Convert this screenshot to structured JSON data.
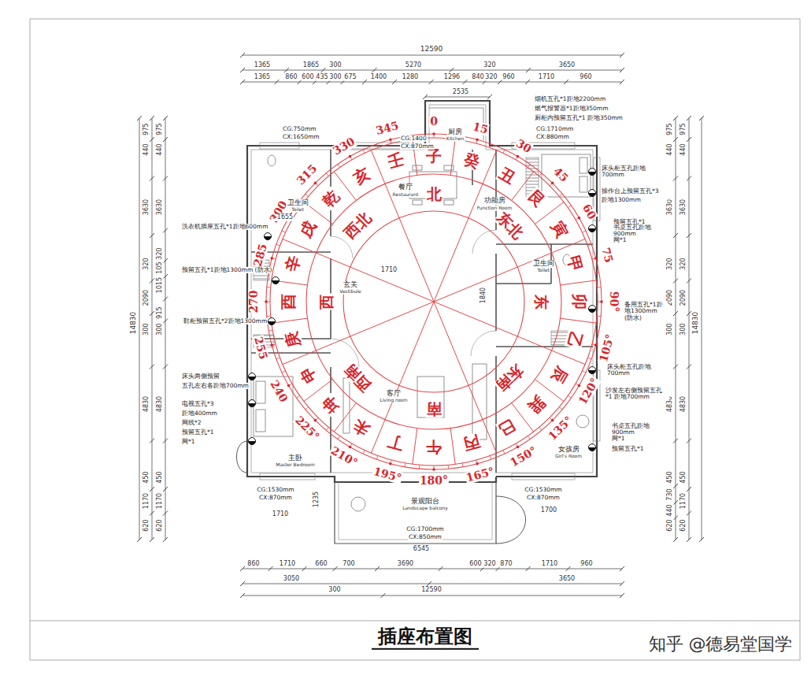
{
  "diagram": {
    "caption": "插座布置图",
    "labels": [
      "子",
      "癸",
      "丑",
      "艮",
      "寅",
      "甲",
      "卯",
      "乙",
      "辰",
      "巽",
      "巳",
      "丙",
      "午",
      "丁",
      "未",
      "坤",
      "申",
      "庚",
      "酉",
      "辛",
      "戌",
      "乾",
      "亥",
      "壬",
      "北",
      "东北",
      "东",
      "东南",
      "南",
      "西南",
      "西",
      "西北",
      "0",
      "15",
      "30",
      "45",
      "60",
      "75",
      "90°",
      "105°",
      "120°",
      "135°",
      "150°",
      "165°",
      "180°",
      "195°",
      "210°",
      "225°",
      "240",
      "255",
      "270",
      "285",
      "300",
      "315",
      "330",
      "345",
      "12590",
      "1365",
      "1865",
      "300",
      "5270",
      "320",
      "3650",
      "1365",
      "860",
      "600",
      "435",
      "300",
      "675",
      "1400",
      "1280",
      "1296",
      "840",
      "320",
      "960",
      "1710",
      "960",
      "2535",
      "14830",
      "975",
      "440",
      "3630",
      "320",
      "2090",
      "300",
      "4830",
      "450",
      "1170",
      "620",
      "975",
      "440",
      "3630",
      "320",
      "105",
      "1015",
      "915",
      "300",
      "4830",
      "450",
      "1170",
      "620",
      "14830",
      "975",
      "440",
      "3630",
      "320",
      "2090",
      "300",
      "4830",
      "450",
      "1170",
      "620",
      "975",
      "440",
      "3630",
      "320",
      "2090",
      "300",
      "4830",
      "450",
      "730",
      "440",
      "620",
      "860",
      "1710",
      "660",
      "700",
      "3690",
      "600",
      "320",
      "870",
      "1710",
      "960",
      "3050",
      "3650",
      "300",
      "12590",
      "1710",
      "1840",
      "1655",
      "6545",
      "1235",
      "1710",
      "1700",
      "餐厅",
      "Restaurant",
      "厨房",
      "Kitchen",
      "卫生间",
      "Toilet",
      "功能房",
      "Function Room",
      "卫生间",
      "Toilet",
      "玄关",
      "Vestibule",
      "主卧",
      "Master Bedroom",
      "客厅",
      "Living room",
      "女孩房",
      "Girl's Room",
      "景观阳台",
      "Landscape balcony",
      "CG:750mm",
      "CX:1650mm",
      "CG:1400",
      "CX:870mm",
      "洗衣机插座五孔*1距地600mm",
      "预留五孔*1距地1300mm (防水)",
      "鞋柜预留五孔*2距地1300mm",
      "床头两侧预留",
      "五孔左右各距地700mm",
      "电视五孔*3",
      "距地400mm",
      "网线*2",
      "预留五孔*1",
      "网*1",
      "烟机五孔*1距地2200mm",
      "燃气报警器*1距地350mm",
      "厨柜内预留五孔*1 距地350mm",
      "CG:1710mm",
      "CX:880mm",
      "床头柜五孔距地700mm",
      "操作台上预留五孔*3",
      "距地1300mm",
      "预留五孔*1",
      "书桌五孔距地900mm",
      "网*1",
      "备用五孔*1距地1300mm (防水)",
      "床头柜五孔距地700mm",
      "沙发左右侧预留五孔*1 距地700mm",
      "书桌五孔距地900mm",
      "网*1",
      "预留五孔*1",
      "CG:1530mm",
      "CX:870mm",
      "CG:1530mm",
      "CX:870mm",
      "CG:1700mm",
      "CX:850mm",
      "知乎 @德易堂国学"
    ]
  }
}
